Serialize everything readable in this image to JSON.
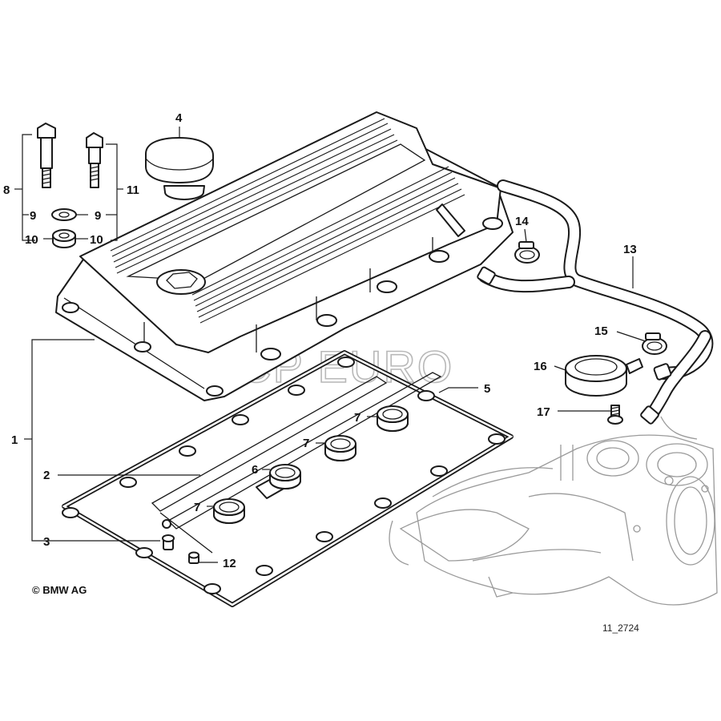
{
  "diagram": {
    "callouts": {
      "c1": "1",
      "c2": "2",
      "c3": "3",
      "c4": "4",
      "c5": "5",
      "c6": "6",
      "c7a": "7",
      "c7b": "7",
      "c7c": "7",
      "c8": "8",
      "c9a": "9",
      "c9b": "9",
      "c10a": "10",
      "c10b": "10",
      "c11": "11",
      "c12": "12",
      "c13": "13",
      "c14": "14",
      "c15": "15",
      "c16": "16",
      "c17": "17"
    },
    "copyright": "© BMW AG",
    "figure_number": "11_2724",
    "watermark": "FCP EURO"
  },
  "colors": {
    "line": "#1a1a1a",
    "ghost": "#9a9a9a",
    "watermark": "#b8b8b8",
    "background": "#ffffff"
  }
}
